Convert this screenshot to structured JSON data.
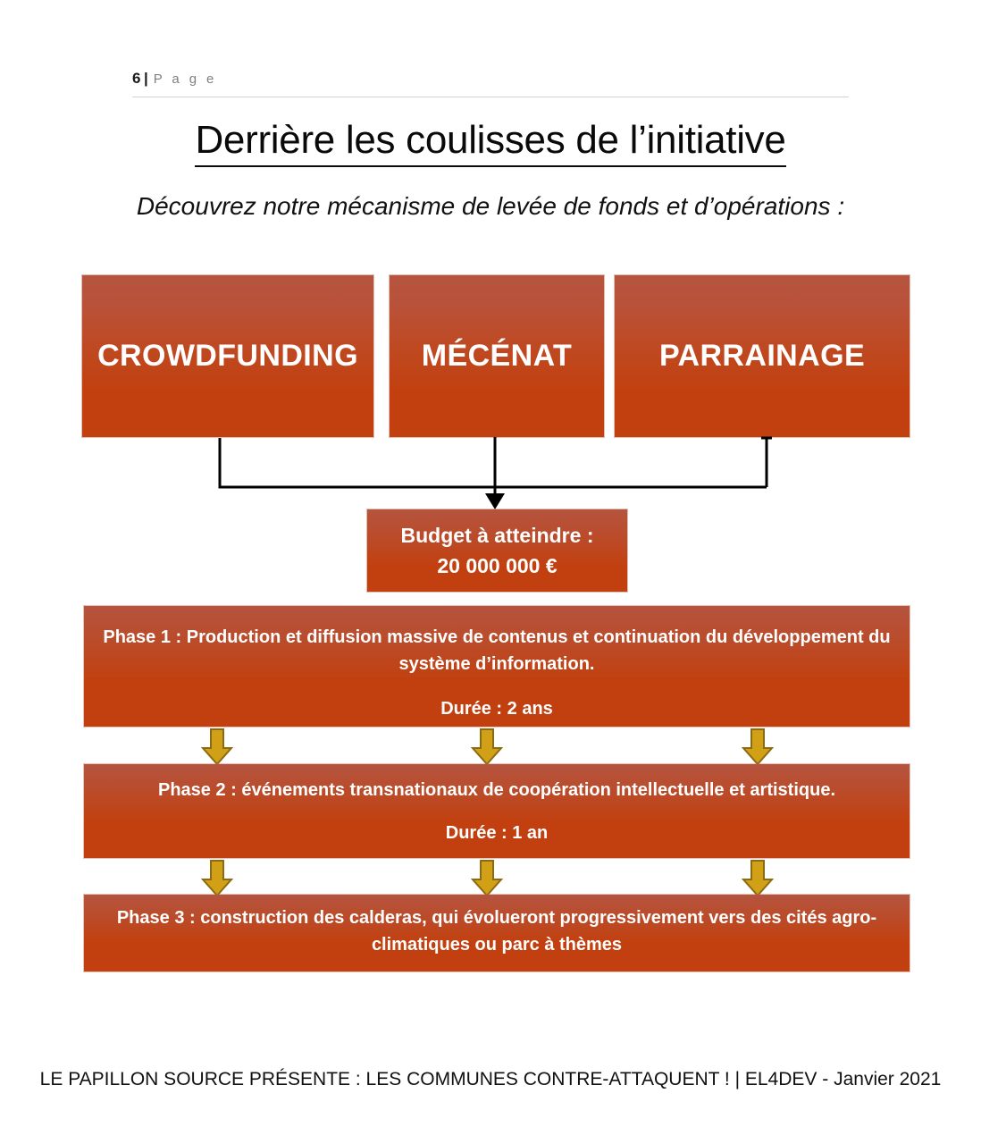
{
  "header": {
    "page_number": "6",
    "separator": "|",
    "page_label": "P a g e"
  },
  "title": "Derrière les coulisses de l’initiative",
  "subtitle": "Découvrez notre mécanisme de levée de fonds et d’opérations :",
  "colors": {
    "box_gradient_top": "#B5543F",
    "box_gradient_bottom": "#C2400F",
    "box_text": "#FFFFFF",
    "connector_line": "#000000",
    "arrow_fill": "#D1A017",
    "arrow_stroke": "#8A6A12",
    "header_rule": "#D3D3D3",
    "page_label_text": "#808080"
  },
  "chart_data": {
    "type": "diagram",
    "title": "Derrière les coulisses de l’initiative",
    "subtitle": "Découvrez notre mécanisme de levée de fonds et d’opérations :",
    "funding_sources": [
      {
        "id": "crowdfunding",
        "label": "CROWDFUNDING"
      },
      {
        "id": "mecenat",
        "label": "MÉCÉNAT"
      },
      {
        "id": "parrainage",
        "label": "PARRAINAGE"
      }
    ],
    "budget": {
      "line1": "Budget à atteindre :",
      "line2": "20 000 000 €",
      "amount": 20000000,
      "currency": "€"
    },
    "phases": [
      {
        "id": "phase-1",
        "text": "Phase 1 : Production et diffusion massive de contenus et continuation du développement du système d’information.",
        "duration": "Durée : 2 ans"
      },
      {
        "id": "phase-2",
        "text": "Phase 2 : événements transnationaux de coopération intellectuelle et artistique.",
        "duration": "Durée : 1 an"
      },
      {
        "id": "phase-3",
        "text": "Phase 3 : construction des calderas, qui évolueront progressivement vers des cités agro-climatiques ou parc à thèmes",
        "duration": ""
      }
    ],
    "flow": "Les trois sources de financement convergent vers le budget à atteindre, puis les phases 1 → 2 → 3 se succèdent.",
    "connector_arrow_count_between_phases": 3
  },
  "sources": {
    "crowdfunding": "CROWDFUNDING",
    "mecenat": "MÉCÉNAT",
    "parrainage": "PARRAINAGE"
  },
  "budget": {
    "line1": "Budget à atteindre :",
    "line2": "20 000 000 €"
  },
  "phases": {
    "one": {
      "text": "Phase 1 : Production et diffusion massive de contenus et continuation du développement du système d’information.",
      "duration": "Durée : 2 ans"
    },
    "two": {
      "text": "Phase 2 : événements transnationaux de coopération intellectuelle et artistique.",
      "duration": "Durée : 1 an"
    },
    "three": {
      "text": "Phase 3 : construction des calderas, qui évolueront progressivement vers des cités agro-climatiques ou parc à thèmes"
    }
  },
  "footer": "LE PAPILLON SOURCE PRÉSENTE : LES COMMUNES CONTRE-ATTAQUENT ! | EL4DEV - Janvier 2021"
}
